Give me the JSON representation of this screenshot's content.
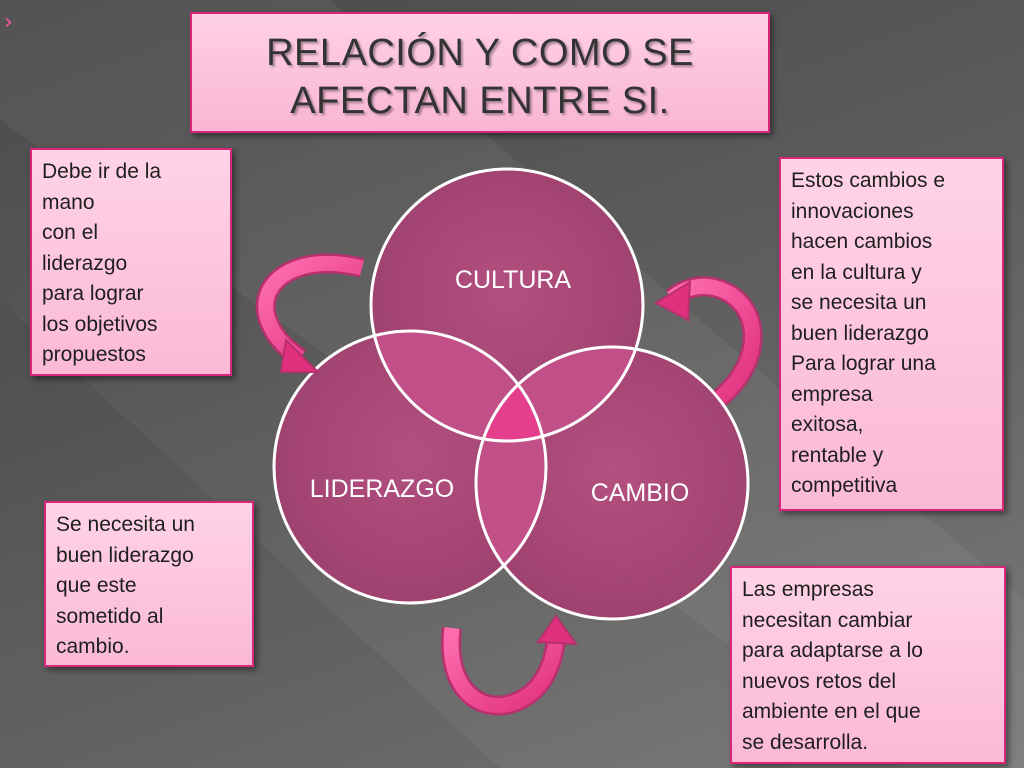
{
  "title": {
    "line1": "RELACIÓN Y COMO SE",
    "line2": "AFECTAN ENTRE SI."
  },
  "diagram": {
    "circles": [
      {
        "id": "cultura",
        "label": "CULTURA"
      },
      {
        "id": "liderazgo",
        "label": "LIDERAZGO"
      },
      {
        "id": "cambio",
        "label": "CAMBIO"
      }
    ]
  },
  "notes": {
    "top_left": "Debe ir de la\nmano\ncon el\nliderazgo\npara  lograr\nlos objetivos\npropuestos",
    "top_right": "Estos cambios e\ninnovaciones\nhacen cambios\nen la cultura y\nse necesita un\nbuen liderazgo\nPara lograr una\nempresa\nexitosa,\nrentable y\ncompetitiva",
    "bottom_left": "Se necesita un\nbuen liderazgo\nque este\nsometido al\ncambio.",
    "bottom_right": "Las empresas\nnecesitan cambiar\npara adaptarse a lo\nnuevos retos del\nambiente en el que\nse desarrolla."
  },
  "colors": {
    "accent": "#e23a8a",
    "note_fill": "#fbc3dc",
    "circle_fill": "#b04a7a"
  }
}
